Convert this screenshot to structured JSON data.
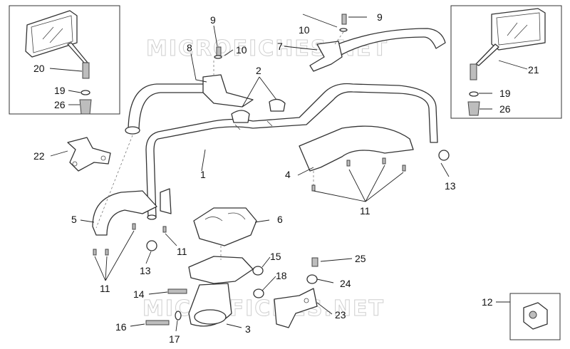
{
  "watermark": "MICROFICHES.NET",
  "callouts": {
    "c1": "1",
    "c2": "2",
    "c3": "3",
    "c4": "4",
    "c5": "5",
    "c6": "6",
    "c7": "7",
    "c8": "8",
    "c9a": "9",
    "c9b": "9",
    "c10a": "10",
    "c10b": "10",
    "c11a": "11",
    "c11b": "11",
    "c11c": "11",
    "c12": "12",
    "c13a": "13",
    "c13b": "13",
    "c14": "14",
    "c15": "15",
    "c16": "16",
    "c17": "17",
    "c18": "18",
    "c19a": "19",
    "c19b": "19",
    "c20": "20",
    "c21": "21",
    "c22": "22",
    "c23": "23",
    "c24": "24",
    "c25": "25",
    "c26a": "26",
    "c26b": "26"
  }
}
